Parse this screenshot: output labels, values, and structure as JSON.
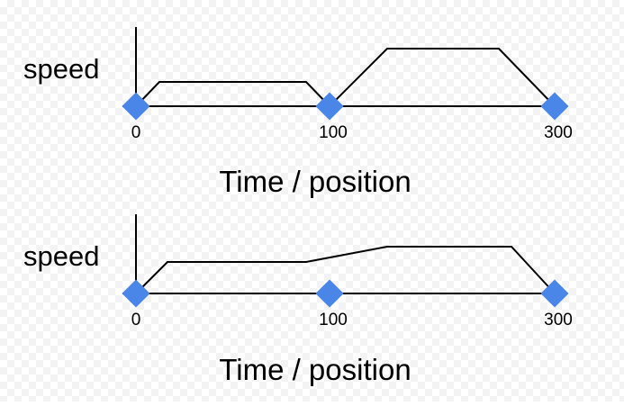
{
  "colors": {
    "line": "#000000",
    "marker": "#4a86e8",
    "background": "#ffffff"
  },
  "diagrams": [
    {
      "y_label": "speed",
      "x_label": "Time / position",
      "marker_labels": [
        "0",
        "100",
        "300"
      ],
      "markers": [
        0,
        100,
        300
      ]
    },
    {
      "y_label": "speed",
      "x_label": "Time / position",
      "marker_labels": [
        "0",
        "100",
        "300"
      ],
      "markers": [
        0,
        100,
        300
      ]
    }
  ]
}
